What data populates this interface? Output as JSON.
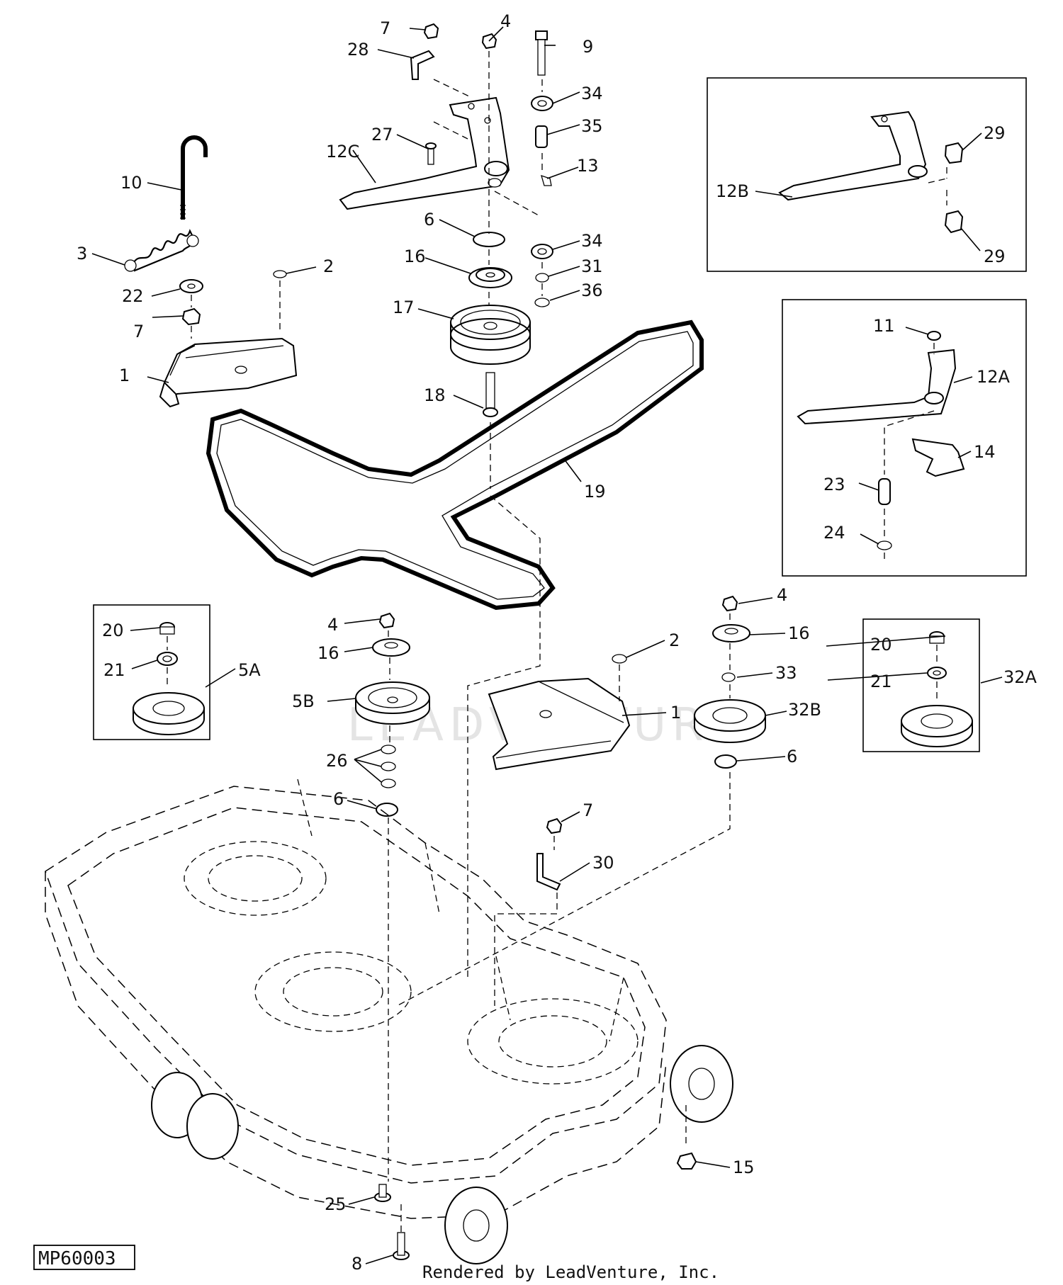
{
  "figure_id": "MP60003",
  "credit": "Rendered by LeadVenture, Inc.",
  "watermark": "LEADVENTURE",
  "callouts": {
    "c7a": "7",
    "c4a": "4",
    "c9": "9",
    "c28": "28",
    "c34a": "34",
    "c35": "35",
    "c27": "27",
    "c12C": "12C",
    "c13": "13",
    "c10": "10",
    "c6a": "6",
    "c34b": "34",
    "c16a": "16",
    "c31": "31",
    "c36": "36",
    "c3": "3",
    "c2a": "2",
    "c22": "22",
    "c7b": "7",
    "c17": "17",
    "c1a": "1",
    "c18": "18",
    "c19": "19",
    "c29a": "29",
    "c12B": "12B",
    "c29b": "29",
    "c11": "11",
    "c12A": "12A",
    "c14": "14",
    "c23": "23",
    "c24": "24",
    "c20a": "20",
    "c21a": "21",
    "c5A": "5A",
    "c4b": "4",
    "c16b": "16",
    "c5B": "5B",
    "c26": "26",
    "c6b": "6",
    "c4c": "4",
    "c16c": "16",
    "c2b": "2",
    "c33": "33",
    "c1b": "1",
    "c32B": "32B",
    "c6c": "6",
    "c20b": "20",
    "c21b": "21",
    "c32A": "32A",
    "c7c": "7",
    "c30": "30",
    "c15": "15",
    "c25": "25",
    "c8": "8"
  }
}
